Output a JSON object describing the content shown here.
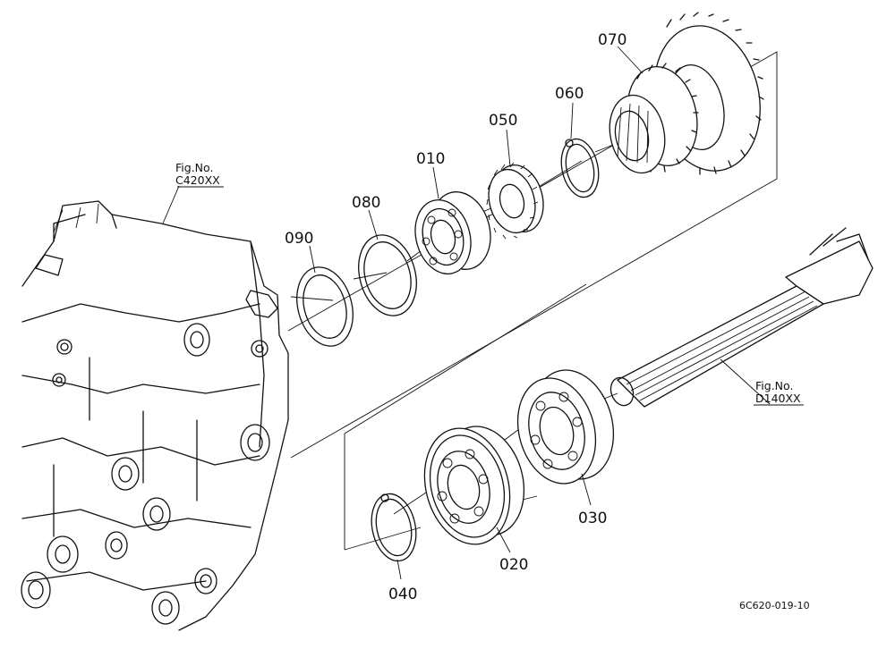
{
  "callouts": {
    "p010": "010",
    "p020": "020",
    "p030": "030",
    "p040": "040",
    "p050": "050",
    "p060": "060",
    "p070": "070",
    "p080": "080",
    "p090": "090"
  },
  "references": {
    "left": {
      "line1": "Fig.No.",
      "line2": "C420XX"
    },
    "right": {
      "line1": "Fig.No.",
      "line2": "D140XX"
    }
  },
  "drawing_code": "6C620-019-10"
}
